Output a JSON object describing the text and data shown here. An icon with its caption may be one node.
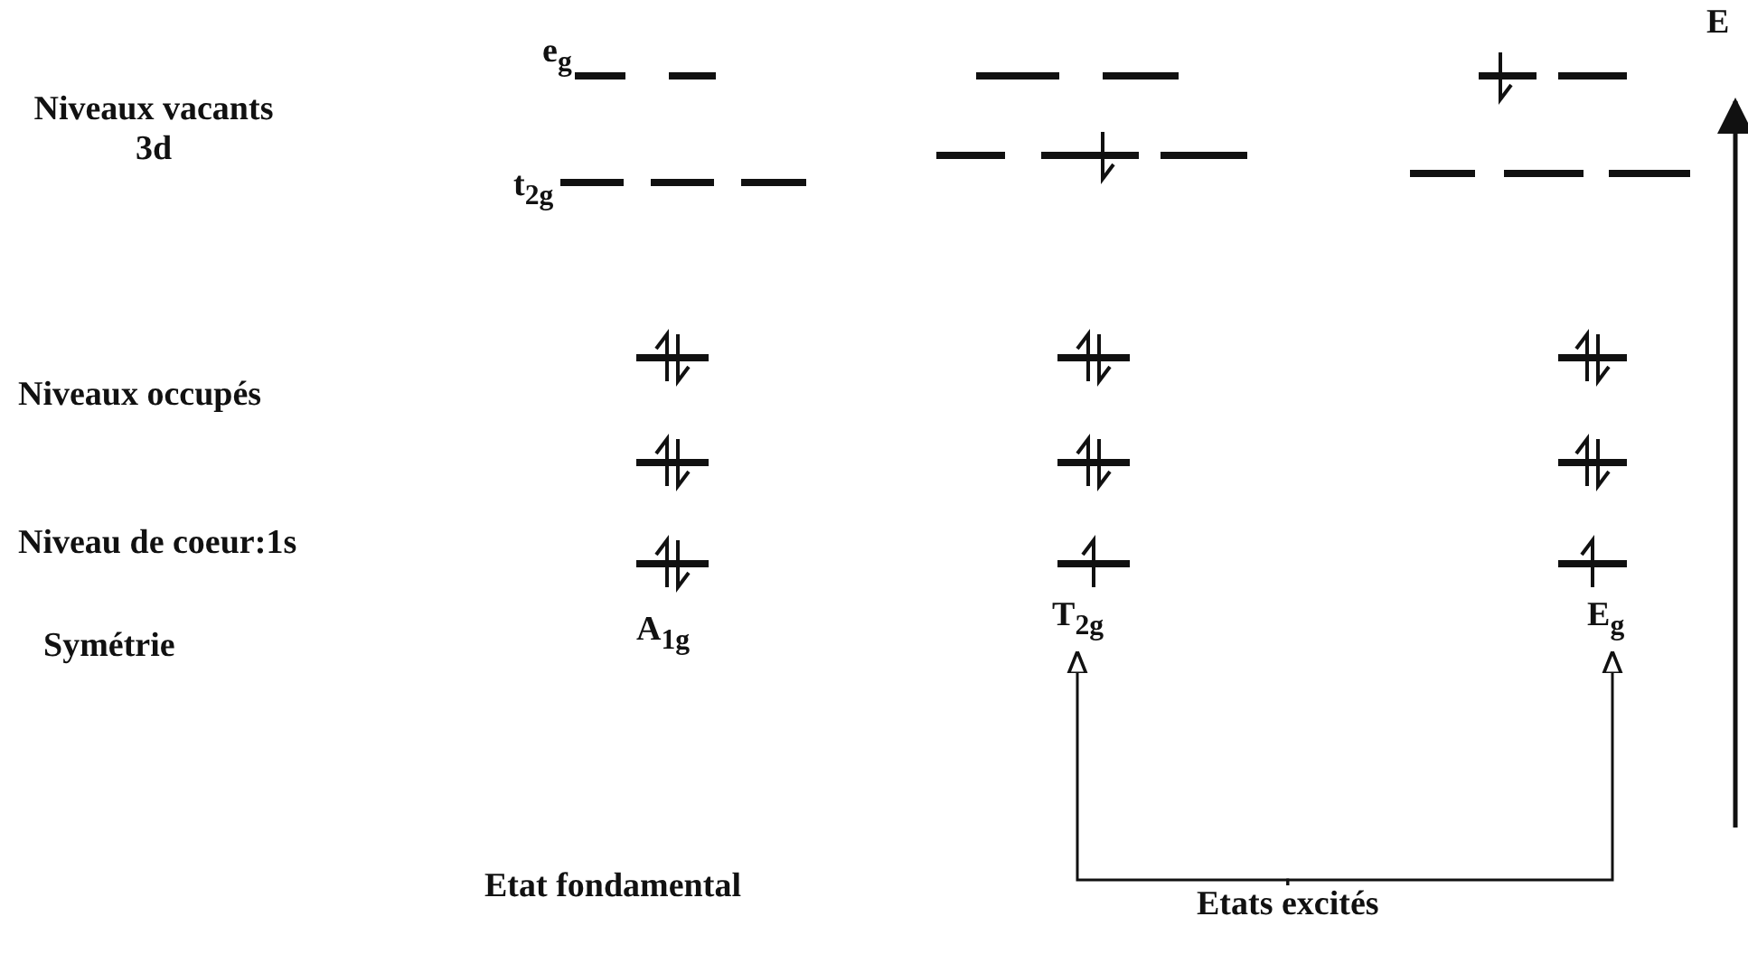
{
  "diagram": {
    "nodes": [
      {
        "text": [
          "T$_{2g}$"
        ]
      },
      {
        "text": [
          "E$_{g}$"
        ]
      },
      {
        "text": [
          "Etats excités"
        ]
      }
    ],
    "edges": [
      {
        "from": 2,
        "to": 0,
        "arrow": "to"
      },
      {
        "from": 2,
        "to": 1,
        "arrow": "to"
      }
    ],
    "labels": [
      "E",
      "e$_{g}$",
      "Niveaux vacants 3d",
      "t$_{2g}$",
      "Niveaux occupés",
      "Niveau de coeur:1s",
      "Symétrie",
      "A$_{1g}$",
      "Etat fondamental"
    ]
  }
}
